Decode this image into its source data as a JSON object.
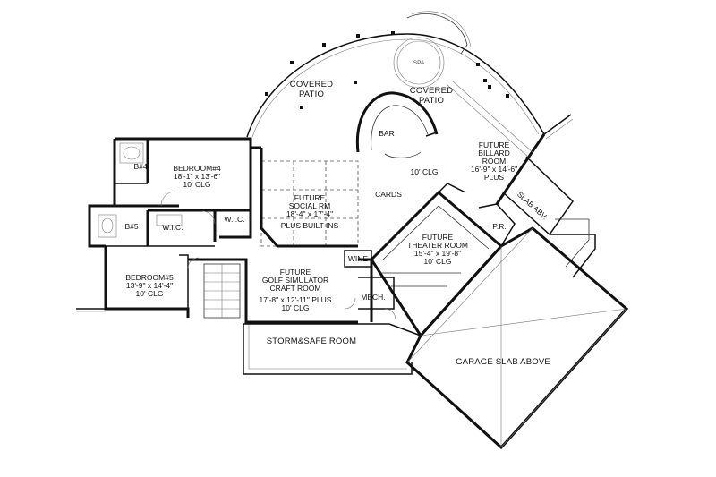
{
  "rooms": {
    "covered_patio_left": [
      "COVERED",
      "PATIO"
    ],
    "covered_patio_right": [
      "COVERED",
      "PATIO"
    ],
    "spa": "SPA",
    "bar": "BAR",
    "ceiling_main": "10' CLG",
    "cards": "CARDS",
    "billiard": [
      "FUTURE",
      "BILLARD",
      "ROOM",
      "16'-9\" x 14'-6\"",
      "PLUS"
    ],
    "slab": "SLAB ABV.",
    "bath4": "B#4",
    "bedroom4": [
      "BEDROOM#4",
      "18'-1\" x 13'-6\"",
      "10' CLG"
    ],
    "social": [
      "FUTURE",
      "SOCIAL RM",
      "18'-4\" x 17'-4\"",
      "PLUS BUILT INS"
    ],
    "wic_left": "W.I.C.",
    "wic_right": "W.I.C.",
    "bath5": "B#5",
    "bedroom5": [
      "BEDROOM#5",
      "13'-9\" x 14'-4\"",
      "10' CLG"
    ],
    "golf": [
      "FUTURE",
      "GOLF SIMULATOR",
      "CRAFT ROOM",
      "17'-8\" x 12'-11\" PLUS",
      "10' CLG"
    ],
    "wine": "WINE",
    "mech": "MECH.",
    "theater": [
      "FUTURE",
      "THEATER ROOM",
      "15'-4\" x 19'-8\"",
      "10' CLG"
    ],
    "pr": "P.R.",
    "storm": "STORM&SAFE ROOM",
    "garage": "GARAGE SLAB ABOVE"
  }
}
